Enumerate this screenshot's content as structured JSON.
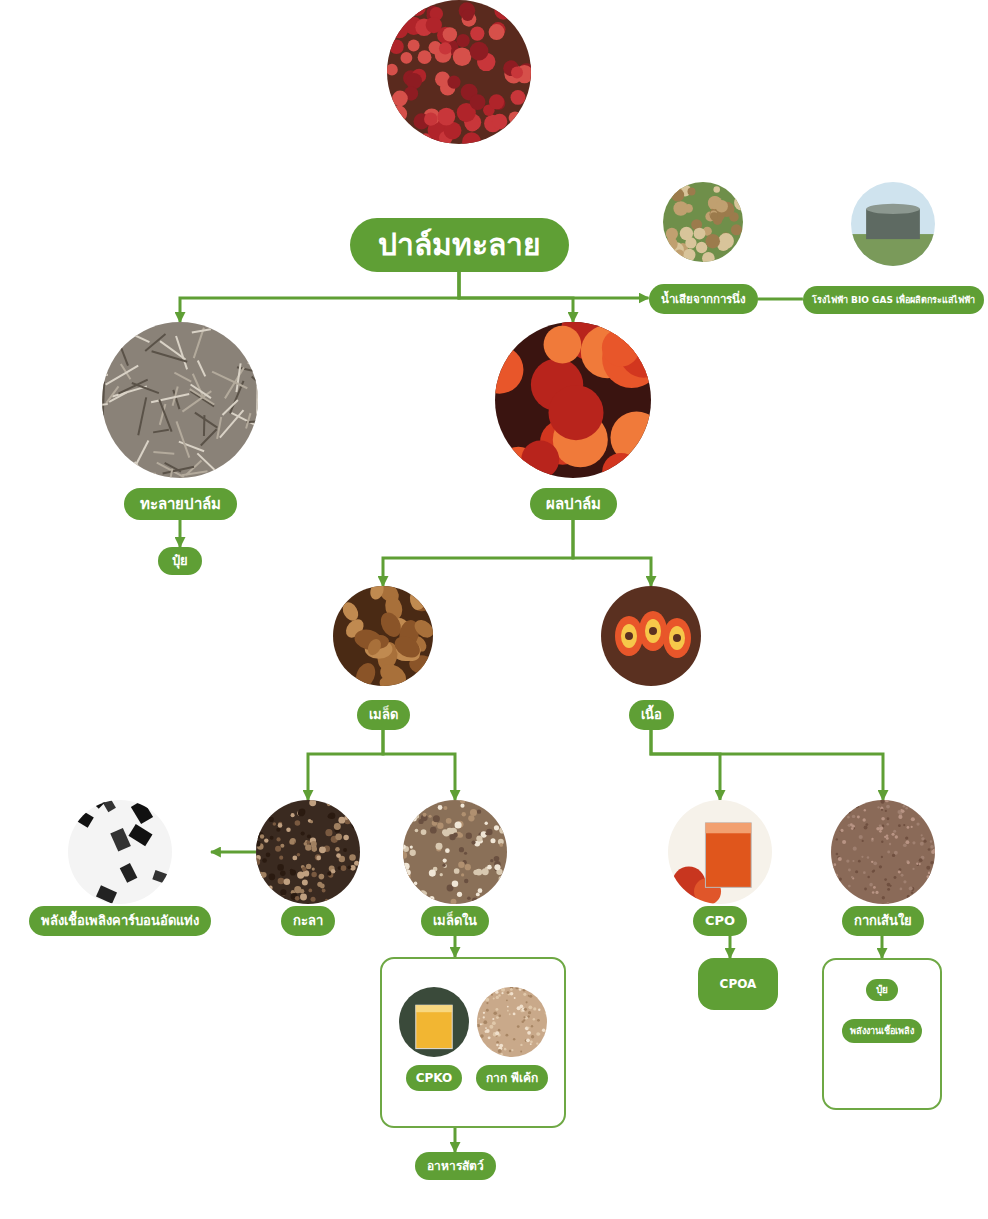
{
  "diagram": {
    "nodes": [
      {
        "text": [
          "ปาล์มทะลาย"
        ]
      },
      {
        "text": [
          "น้ำเสียจากการนึ่ง"
        ]
      },
      {
        "text": [
          "โรงไฟฟ้า BIO GAS เพื่อผลิตกระแสไฟฟ้า"
        ]
      },
      {
        "text": [
          "ทะลายปาล์ม"
        ]
      },
      {
        "text": [
          "ผลปาล์ม"
        ]
      },
      {
        "text": [
          "ปุ๋ย"
        ]
      },
      {
        "text": [
          "เมล็ด"
        ]
      },
      {
        "text": [
          "เนื้อ"
        ]
      },
      {
        "text": [
          "พลังเชื้อเพลิงคาร์บอนอัดแท่ง"
        ]
      },
      {
        "text": [
          "กะลา"
        ]
      },
      {
        "text": [
          "เมล็ดใน"
        ]
      },
      {
        "text": [
          "CPO"
        ]
      },
      {
        "text": [
          "กากเส้นใย"
        ]
      },
      {
        "text": []
      },
      {
        "text": [
          "CPKO"
        ],
        "in": 13
      },
      {
        "text": [
          "กาก พีเค้ก"
        ],
        "in": 13
      },
      {
        "text": [
          "CPOA"
        ]
      },
      {
        "text": []
      },
      {
        "text": [
          "ปุ๋ย"
        ],
        "in": 17
      },
      {
        "text": [
          "พลังงานเชื้อเพลิง"
        ],
        "in": 17
      },
      {
        "text": [
          "อาหารสัตว์"
        ]
      }
    ],
    "edges": [
      {
        "from": 0,
        "to": 3,
        "arrow": "to"
      },
      {
        "from": 0,
        "to": 4,
        "arrow": "to"
      },
      {
        "from": 0,
        "to": 1,
        "arrow": "to"
      },
      {
        "from": 1,
        "to": 2,
        "arrow": "none"
      },
      {
        "from": 3,
        "to": 5,
        "arrow": "to"
      },
      {
        "from": 4,
        "to": 6,
        "arrow": "to"
      },
      {
        "from": 4,
        "to": 7,
        "arrow": "to"
      },
      {
        "from": 6,
        "to": 9,
        "arrow": "to"
      },
      {
        "from": 6,
        "to": 10,
        "arrow": "to"
      },
      {
        "from": 9,
        "to": 8,
        "arrow": "to"
      },
      {
        "from": 10,
        "to": 13,
        "arrow": "to"
      },
      {
        "from": 7,
        "to": 11,
        "arrow": "to"
      },
      {
        "from": 7,
        "to": 12,
        "arrow": "to"
      },
      {
        "from": 11,
        "to": 16,
        "arrow": "to"
      },
      {
        "from": 12,
        "to": 17,
        "arrow": "to"
      },
      {
        "from": 13,
        "to": 20,
        "arrow": "to"
      }
    ]
  }
}
